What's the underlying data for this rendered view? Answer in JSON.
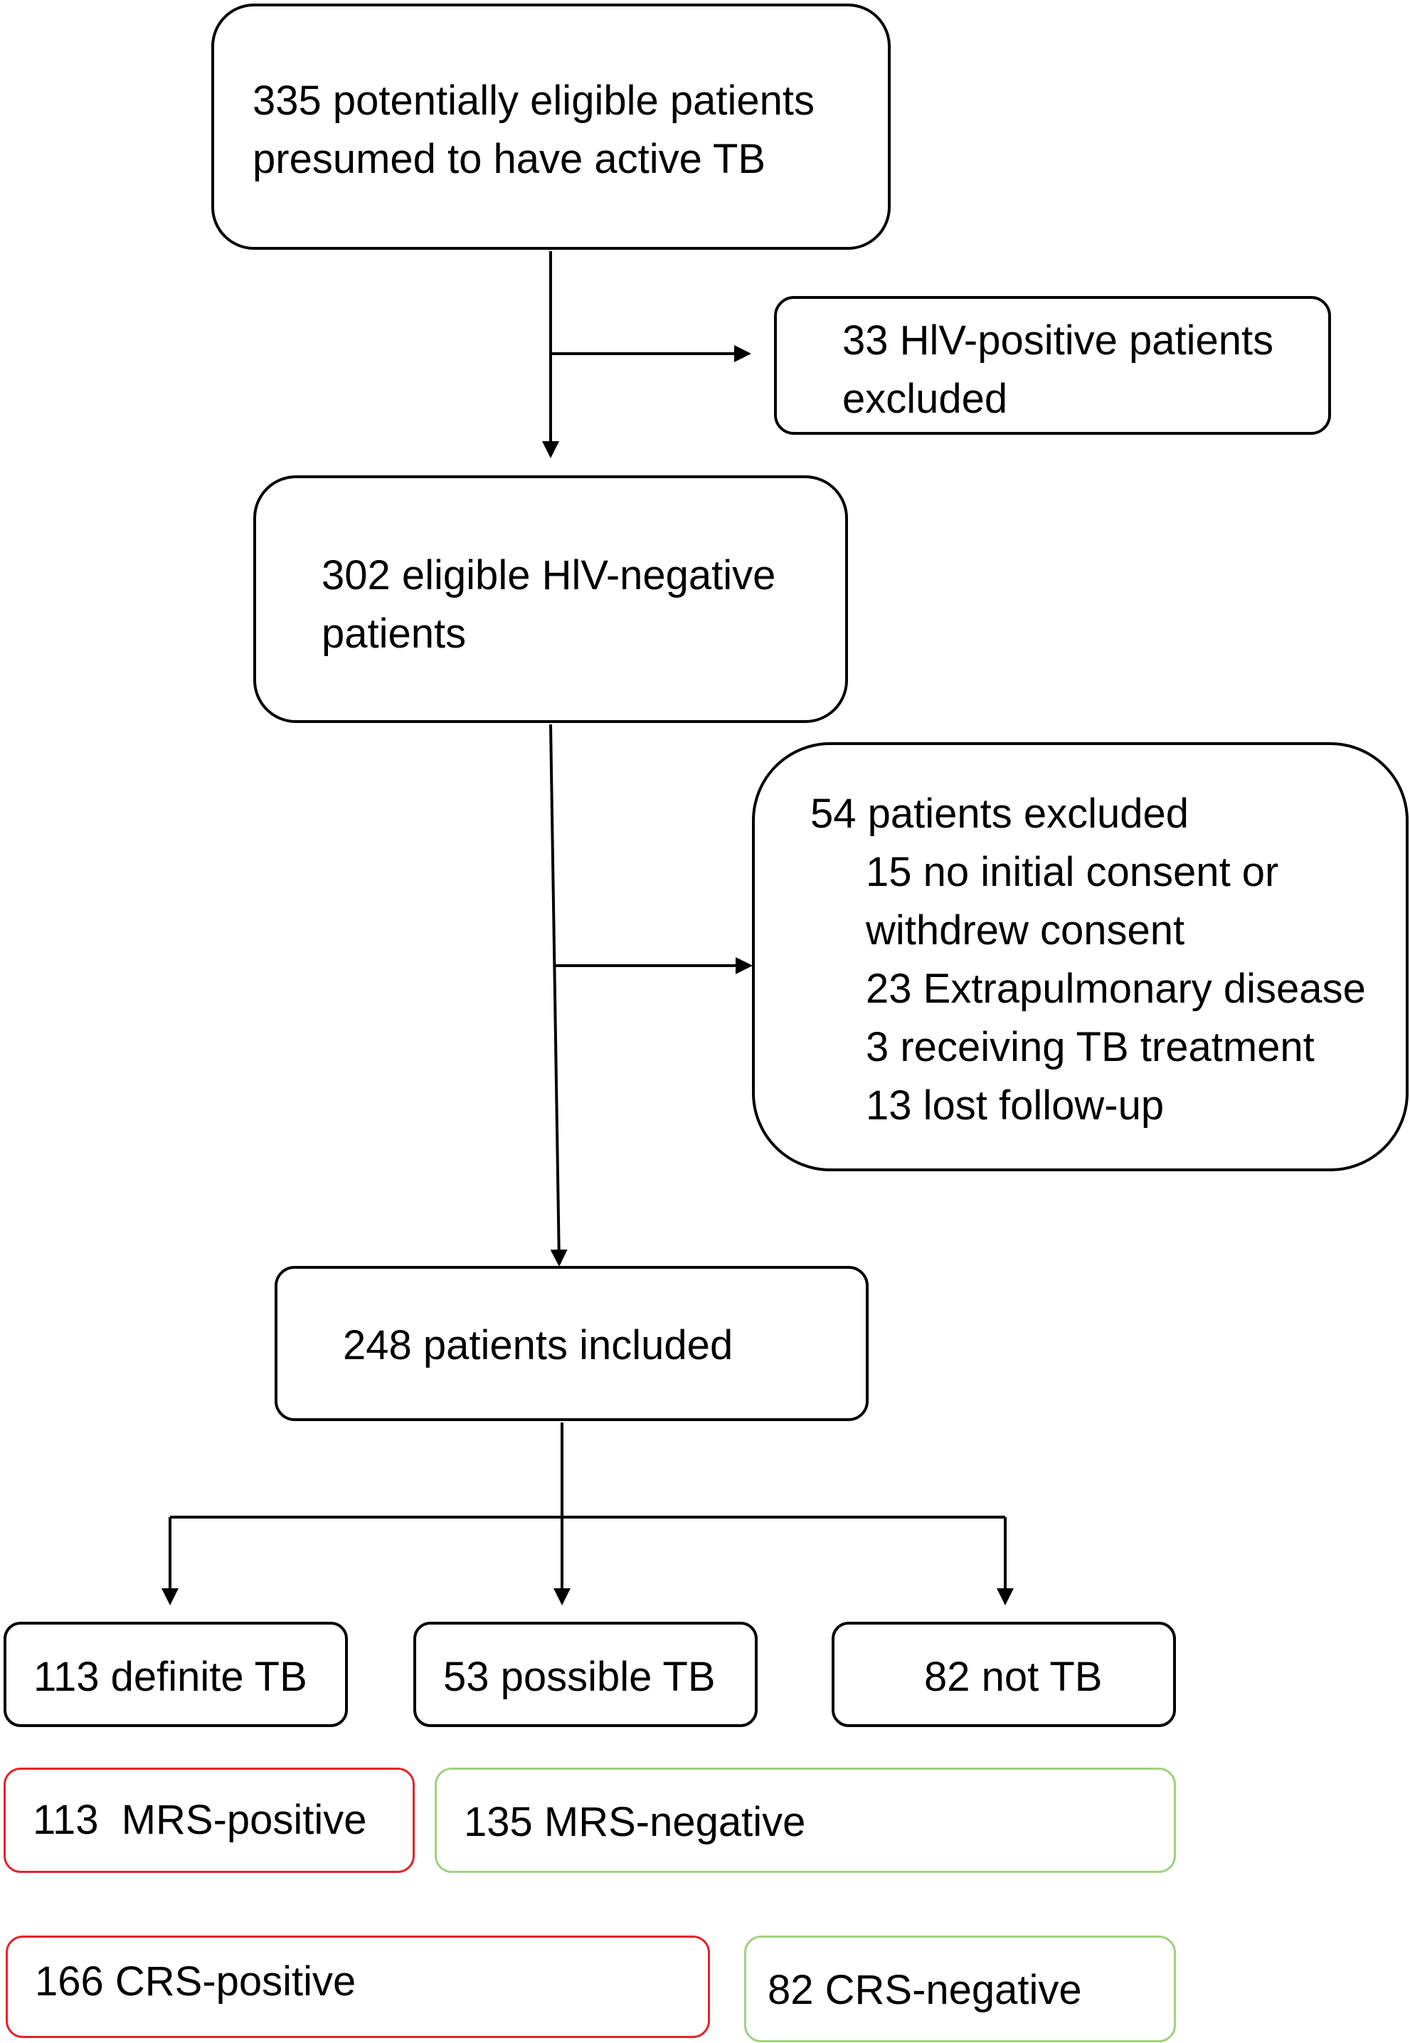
{
  "flowchart": {
    "screened": {
      "lines": [
        "335 potentially eligible patients",
        "presumed to have active TB"
      ]
    },
    "hiv_excluded": {
      "lines": [
        "33 HlV-positive patients",
        "excluded"
      ]
    },
    "eligible": {
      "lines": [
        "302 eligible HlV-negative",
        "patients"
      ]
    },
    "excluded": {
      "heading": "54 patients excluded",
      "reasons": [
        "15 no initial consent or",
        "withdrew consent",
        "23 Extrapulmonary disease",
        "3 receiving TB treatment",
        "13 lost follow-up"
      ]
    },
    "included": {
      "label": "248 patients included"
    },
    "categories": {
      "definite": "113 definite TB",
      "possible": "53 possible TB",
      "not_tb": "82 not TB"
    },
    "mrs": {
      "positive": "113  MRS-positive",
      "negative": "135 MRS-negative"
    },
    "crs": {
      "positive": "166 CRS-positive",
      "negative": "82 CRS-negative"
    }
  },
  "colors": {
    "line": "#000000",
    "positive_border": "#e3242b",
    "negative_border": "#9fd17e"
  }
}
